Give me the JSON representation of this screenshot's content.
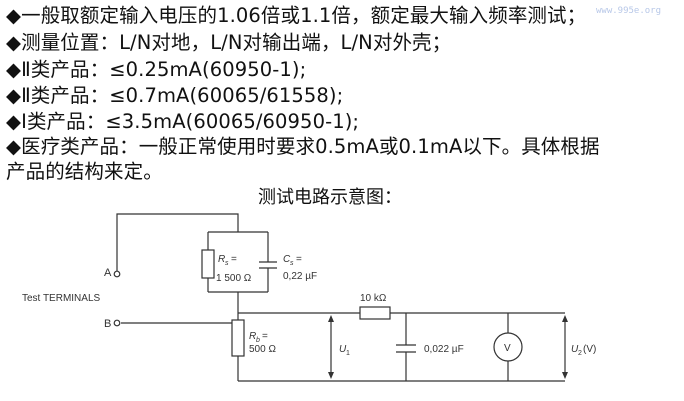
{
  "watermark": "www.995e.org",
  "lines": [
    "◆一般取额定输入电压的1.06倍或1.1倍，额定最大输入频率测试；",
    "◆测量位置：L/N对地，L/N对输出端，L/N对外壳；",
    "◆Ⅱ类产品：≤0.25mA(60950-1);",
    "◆Ⅱ类产品：≤0.7mA(60065/61558);",
    "◆Ⅰ类产品：≤3.5mA(60065/60950-1);",
    "◆医疗类产品：一般正常使用时要求0.5mA或0.1mA以下。具体根据",
    "产品的结构来定。"
  ],
  "diagram": {
    "title": "测试电路示意图：",
    "terminal_a": "A",
    "terminal_b": "B",
    "terminals_label": "Test TERMINALS",
    "rs_symbol": "R",
    "rs_sub": "s",
    "rs_value": "1 500 Ω",
    "cs_symbol": "C",
    "cs_sub": "s",
    "cs_value": "0,22 µF",
    "rb_symbol": "R",
    "rb_sub": "b",
    "rb_value": "500 Ω",
    "r1_value": "10 kΩ",
    "u1_symbol": "U",
    "u1_sub": "1",
    "c2_value": "0,022 µF",
    "meter_symbol": "V",
    "u2_symbol": "U",
    "u2_sub": "2",
    "u2_unit": " (V)"
  }
}
